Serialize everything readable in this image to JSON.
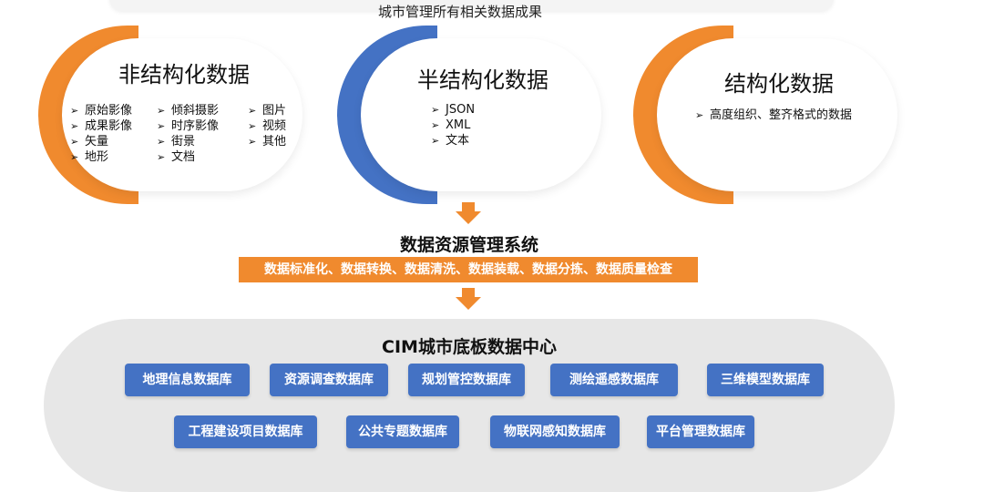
{
  "header": {
    "caption": "城市管理所有相关数据成果"
  },
  "categories": [
    {
      "title": "非结构化数据",
      "arc_color": "#f08a2e",
      "columns": [
        [
          "原始影像",
          "成果影像",
          "矢量",
          "地形"
        ],
        [
          "倾斜摄影",
          "时序影像",
          "街景",
          "文档"
        ],
        [
          "图片",
          "视频",
          "其他"
        ]
      ]
    },
    {
      "title": "半结构化数据",
      "arc_color": "#4472c4",
      "columns": [
        [
          "JSON",
          "XML",
          "文本"
        ]
      ]
    },
    {
      "title": "结构化数据",
      "arc_color": "#f08a2e",
      "columns": [
        [
          "高度组织、整齐格式的数据"
        ]
      ]
    }
  ],
  "bullet_marker": "➢",
  "system": {
    "title": "数据资源管理系统",
    "processes": "数据标准化、数据转换、数据清洗、数据装载、数据分拣、数据质量检查"
  },
  "center": {
    "title": "CIM城市底板数据中心",
    "row1": [
      "地理信息数据库",
      "资源调查数据库",
      "规划管控数据库",
      "测绘遥感数据库",
      "三维模型数据库"
    ],
    "row2": [
      "工程建设项目数据库",
      "公共专题数据库",
      "物联网感知数据库",
      "平台管理数据库"
    ]
  },
  "colors": {
    "accent_orange": "#f08a2e",
    "accent_blue": "#4472c4",
    "center_bg": "#e7e7e7"
  }
}
